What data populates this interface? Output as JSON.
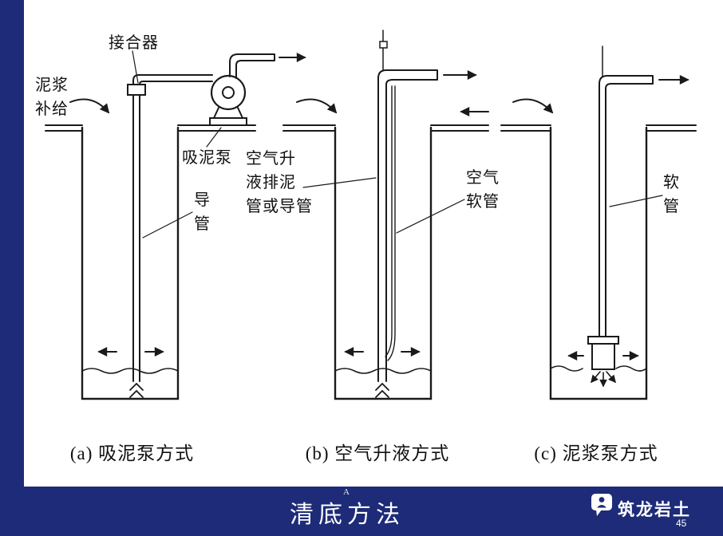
{
  "colors": {
    "frame": "#1d2b78",
    "ink": "#1a1a1a",
    "paper": "#ffffff"
  },
  "footer": {
    "title": "清底方法",
    "title_mark": "A",
    "brand": "筑龙岩土",
    "page_number": "45",
    "logo_icon": "chat-bubble-person-icon"
  },
  "figures": {
    "a": {
      "caption": "(a) 吸泥泵方式",
      "labels": {
        "coupler": "接合器",
        "mud_supply": "泥浆\n补给",
        "pump": "吸泥泵",
        "conduit": "导\n管"
      }
    },
    "b": {
      "caption": "(b) 空气升液方式",
      "labels": {
        "airlift_pipe": "空气升\n液排泥\n管或导管",
        "air_hose": "空气\n软管"
      }
    },
    "c": {
      "caption": "(c) 泥浆泵方式",
      "labels": {
        "hose": "软\n管"
      }
    }
  }
}
